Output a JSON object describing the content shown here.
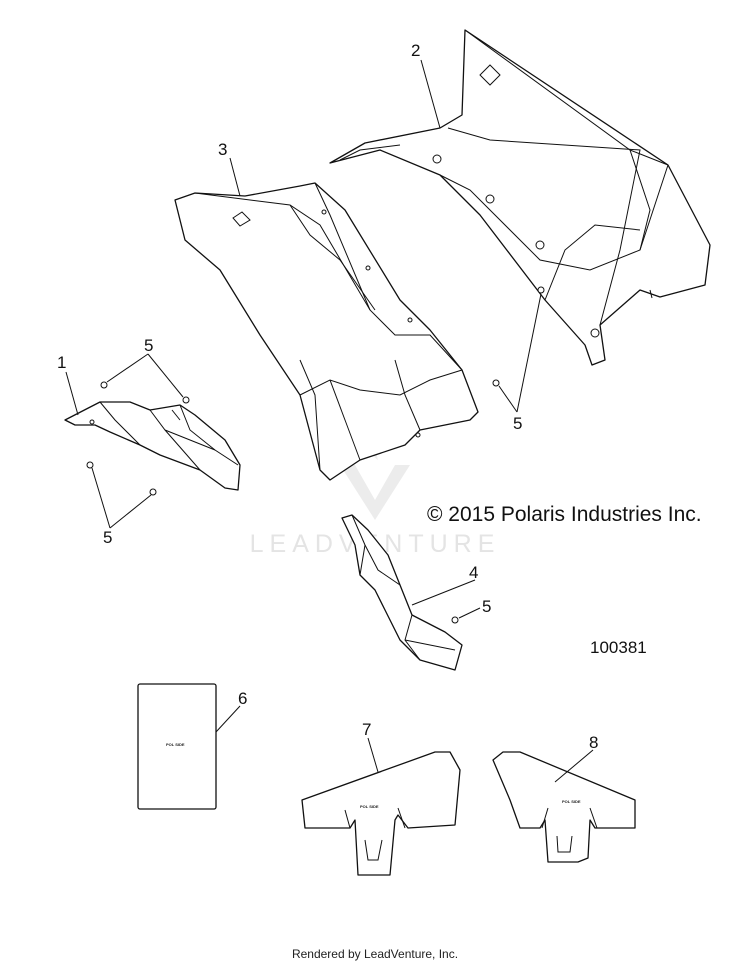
{
  "diagram": {
    "copyright": "© 2015 Polaris Industries Inc.",
    "drawing_number": "100381",
    "watermark": "LEADVENTURE",
    "footer": "Rendered by LeadVenture, Inc.",
    "decal_text": "POL SIDE",
    "callouts": [
      {
        "id": "c1",
        "label": "1"
      },
      {
        "id": "c2",
        "label": "2"
      },
      {
        "id": "c3",
        "label": "3"
      },
      {
        "id": "c4",
        "label": "4"
      },
      {
        "id": "c5a",
        "label": "5"
      },
      {
        "id": "c5b",
        "label": "5"
      },
      {
        "id": "c5c",
        "label": "5"
      },
      {
        "id": "c5d",
        "label": "5"
      },
      {
        "id": "c6",
        "label": "6"
      },
      {
        "id": "c7",
        "label": "7"
      },
      {
        "id": "c8",
        "label": "8"
      }
    ]
  }
}
